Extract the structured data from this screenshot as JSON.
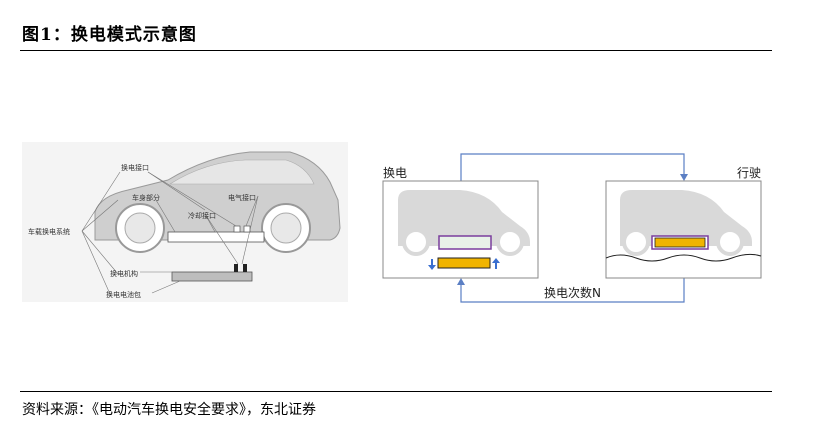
{
  "figure": {
    "title": "图1：换电模式示意图",
    "source": "资料来源：《电动汽车换电安全要求》，东北证券"
  },
  "left_diagram": {
    "labels": {
      "swap_interface": "换电接口",
      "body_part": "车身部分",
      "electric_interface": "电气接口",
      "cooling_interface": "冷却接口",
      "onboard_swap_system": "车载换电系统",
      "swap_mechanism": "换电机构",
      "swap_battery_pack": "换电电池包"
    }
  },
  "right_diagram": {
    "state_swap": "换电",
    "state_drive": "行驶",
    "cycle_label": "换电次数N",
    "colors": {
      "battery": "#f0b400",
      "battery_border": "#222222",
      "frame": "#7a3e9d",
      "arrow": "#3a6fd0",
      "car": "#d9d9d9",
      "flow_line": "#5b7fc4"
    }
  }
}
